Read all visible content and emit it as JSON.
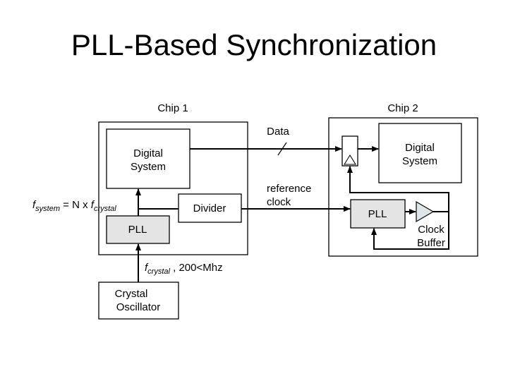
{
  "title": "PLL-Based Synchronization",
  "chip1": {
    "label": "Chip 1",
    "digital_system": [
      "Digital",
      "System"
    ],
    "pll": "PLL",
    "divider": "Divider"
  },
  "chip2": {
    "label": "Chip 2",
    "digital_system": [
      "Digital",
      "System"
    ],
    "pll": "PLL",
    "clock_buffer": [
      "Clock",
      "Buffer"
    ]
  },
  "crystal": [
    "Crystal",
    "Oscillator"
  ],
  "signals": {
    "data": "Data",
    "reference_clock": [
      "reference",
      "clock"
    ]
  },
  "equation": {
    "f1": "f",
    "sub1": "system",
    "mid": " = N x ",
    "f2": "f",
    "sub2": "crystal"
  },
  "crystal_freq": {
    "f": "f",
    "sub": "crystal",
    "rest": " , 200<Mhz"
  },
  "colors": {
    "shaded_block": "#e4e4e4",
    "line": "#000000"
  }
}
